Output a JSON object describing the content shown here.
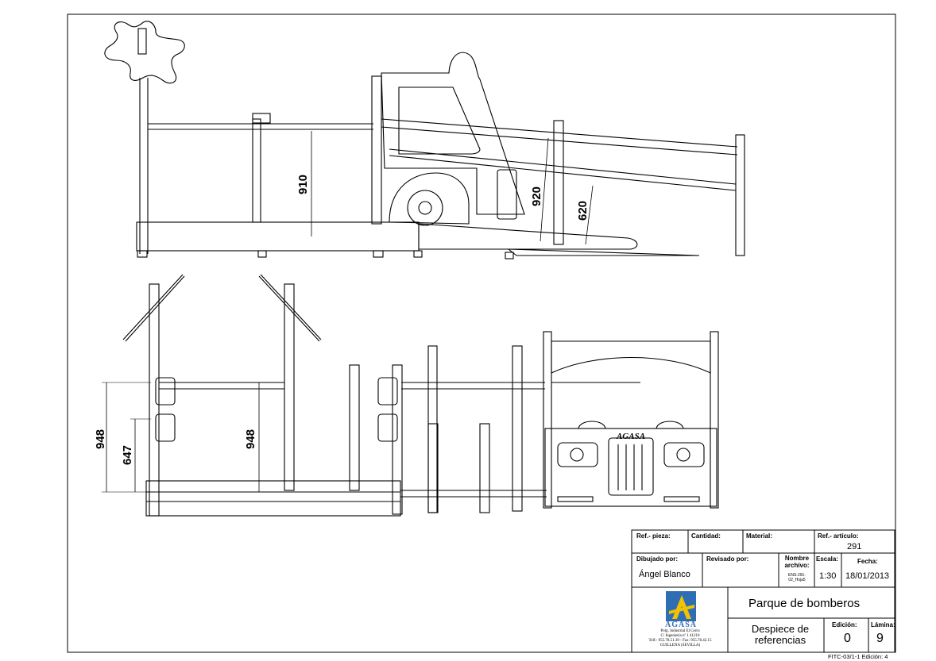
{
  "dimensions": {
    "side_910": "910",
    "side_920": "920",
    "side_620": "620",
    "front_948_left": "948",
    "front_647": "647",
    "front_948_mid": "948"
  },
  "truck_badge": "AGASA",
  "title_block": {
    "ref_pieza_label": "Ref.- pieza:",
    "cantidad_label": "Cantidad:",
    "material_label": "Material:",
    "ref_articulo_label": "Ref.- artículo:",
    "ref_articulo_value": "291",
    "dibujado_label": "Dibujado por:",
    "dibujado_value": "Ángel Blanco",
    "revisado_label": "Revisado por:",
    "nombre_archivo_label": "Nombre archivo:",
    "nombre_archivo_value": "ENS-291-02_Hoja5",
    "escala_label": "Escala:",
    "escala_value": "1:30",
    "fecha_label": "Fecha:",
    "fecha_value": "18/01/2013",
    "project_title": "Parque de bomberos",
    "sheet_subtitle": "Despiece de referencias",
    "edicion_label": "Edición:",
    "edicion_value": "0",
    "lamina_label": "Lámina:",
    "lamina_value": "9",
    "logo_text": "AGASA",
    "company_address_1": "Polg. Industrial El Cerro",
    "company_address_2": "C/ Ingeniería nº 1  41210",
    "company_address_3": "Telf.- 955.78.51.39 - Fax: 955.78.42.15",
    "company_address_4": "GUILLENA (SEVILLA)",
    "form_code": "FITC-03/1-1 Edición: 4"
  }
}
